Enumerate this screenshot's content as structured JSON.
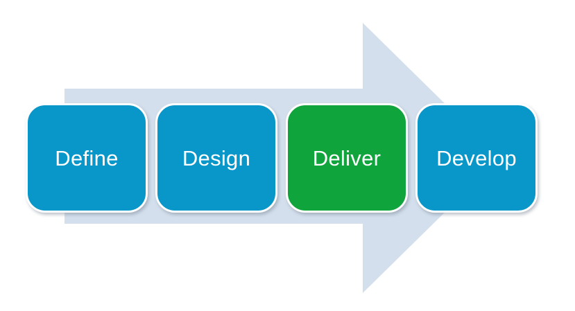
{
  "diagram": {
    "type": "process-flow-arrow",
    "background_color": "#FFFFFF",
    "arrow": {
      "direction": "right",
      "color": "#D3DFEC"
    },
    "text_color": "#FFFFFF",
    "steps": [
      {
        "label": "Define",
        "color": "#0996C8",
        "highlighted": false
      },
      {
        "label": "Design",
        "color": "#0996C8",
        "highlighted": false
      },
      {
        "label": "Deliver",
        "color": "#0FA43C",
        "highlighted": true
      },
      {
        "label": "Develop",
        "color": "#0996C8",
        "highlighted": false
      }
    ]
  }
}
